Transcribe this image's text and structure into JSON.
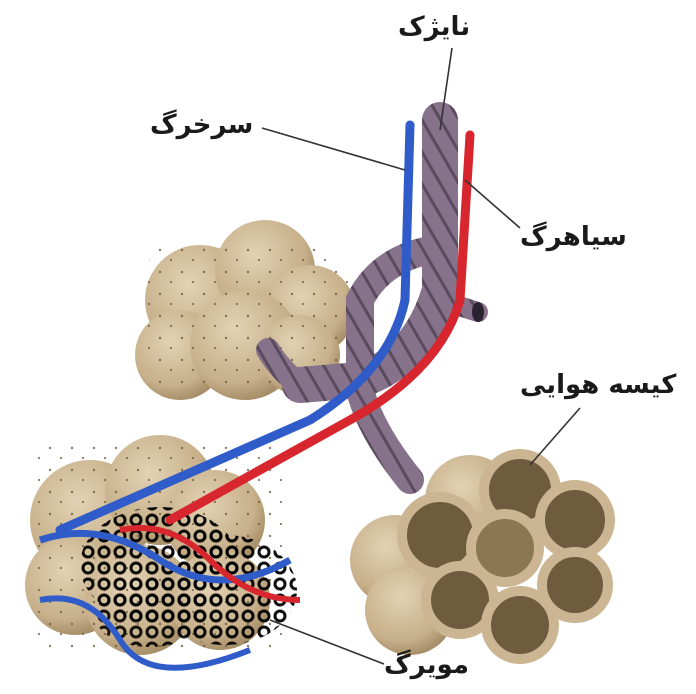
{
  "labels": {
    "bronchiole": "نایژک",
    "artery": "سرخرگ",
    "vein": "سیاهرگ",
    "alveolus": "کیسه هوایی",
    "capillary": "مویرگ"
  },
  "colors": {
    "background": "#ffffff",
    "tissue": "#cbb592",
    "tissue_dark": "#a48c66",
    "bronchiole": "#7e6a80",
    "artery_blood": "#2f5cc8",
    "vein_blood": "#d8262e",
    "label_text": "#1a1a1a",
    "leader_line": "#333333"
  }
}
